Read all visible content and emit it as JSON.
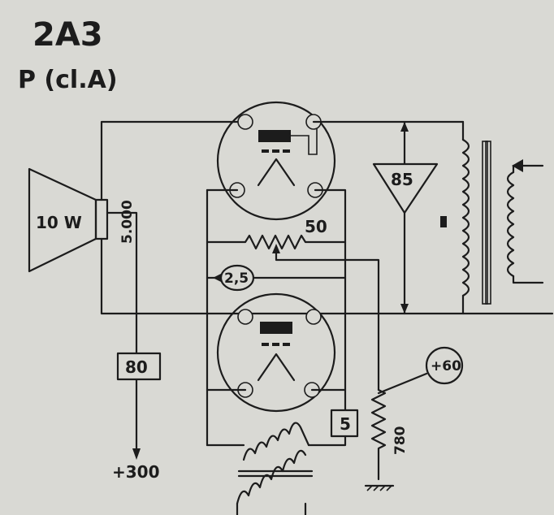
{
  "diagram": {
    "title": "2A3",
    "subtitle": "P (cl.A)",
    "speaker_power": "10 W",
    "speaker_impedance": "5.000",
    "resistor_80": "80",
    "supply_300": "+300",
    "pot_50": "50",
    "resistor_2_5": "2,5",
    "capacitor_85": "85",
    "resistor_5": "5",
    "resistor_780": "780",
    "bias_60": "+60"
  }
}
